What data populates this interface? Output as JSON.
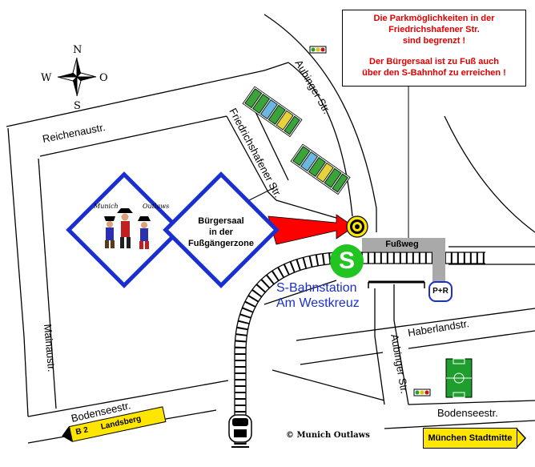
{
  "compass": {
    "north": "N",
    "south": "S",
    "west": "W",
    "east": "O"
  },
  "notice": {
    "line1": "Die Parkmöglichkeiten in der",
    "line2": "Friedrichshafener Str.",
    "line3": "sind begrenzt !",
    "line4": "Der Bürgersaal ist zu Fuß auch",
    "line5": "über den S-Bahnhof zu erreichen !"
  },
  "streets": {
    "reichenau": "Reichenaustr.",
    "friedrichshafener": "Friedrichshafener Str.",
    "aubinger_north": "Aubinger Str.",
    "aubinger_south": "Aubinger Str.",
    "mainau": "Mainaustr.",
    "bodensee_west": "Bodenseestr.",
    "bodensee_east": "Bodenseestr.",
    "haberland": "Haberlandstr."
  },
  "venue": {
    "line1": "Bürgersaal",
    "line2": "in der",
    "line3": "Fußgängerzone"
  },
  "logo": {
    "line1": "Munich",
    "line2": "Outlaws"
  },
  "footpath": "Fußweg",
  "sbahn": {
    "symbol": "S",
    "line1": "S-Bahnstation",
    "line2": "Am Westkreuz"
  },
  "park_ride": "P+R",
  "copyright": "© Munich Outlaws",
  "signs": {
    "b2_number": "B 2",
    "b2_destination": "Landsberg",
    "city": "München Stadtmitte"
  },
  "colors": {
    "diamond_border": "#1a2fd0",
    "arrow": "#ff0000",
    "sbahn_green": "#22c422",
    "notice_text": "#e00000",
    "sign_yellow": "#ffe600",
    "footpath_gray": "#a9a9a9",
    "field_green": "#1f9e2e"
  },
  "icons": [
    "compass-rose-icon",
    "traffic-light-icon",
    "parking-cars-icon",
    "target-marker-icon",
    "train-icon",
    "soccer-field-icon"
  ]
}
